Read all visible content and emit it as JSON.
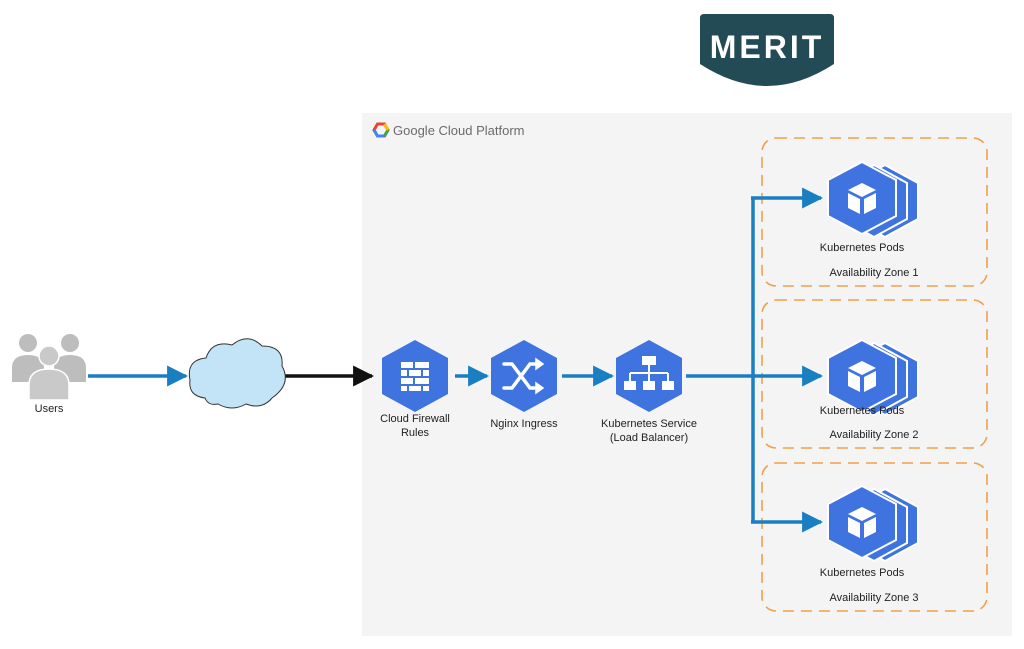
{
  "logo": {
    "text": "MERIT"
  },
  "platform": {
    "title": "Google Cloud Platform"
  },
  "nodes": {
    "users": {
      "label": "Users"
    },
    "firewall": {
      "label_line1": "Cloud Firewall",
      "label_line2": "Rules"
    },
    "ingress": {
      "label": "Nginx Ingress"
    },
    "service": {
      "label_line1": "Kubernetes Service",
      "label_line2": "(Load Balancer)"
    }
  },
  "zones": [
    {
      "pods_label": "Kubernetes Pods",
      "zone_label": "Availability Zone 1"
    },
    {
      "pods_label": "Kubernetes Pods",
      "zone_label": "Availability Zone 2"
    },
    {
      "pods_label": "Kubernetes Pods",
      "zone_label": "Availability Zone 3"
    }
  ],
  "colors": {
    "arrow": "#1a7fc1",
    "node_fill": "#3f74e0",
    "zone_border": "#f0a04b",
    "platform_bg": "#f4f4f4",
    "logo_bg": "#234b55",
    "logo_text": "#ffffff",
    "cloud_fill": "#c3e4f7",
    "users_fill": "#bdbdbd"
  },
  "icons": {
    "users": "users-group-icon",
    "internet": "cloud-icon",
    "firewall": "firewall-icon",
    "ingress": "shuffle-icon",
    "service": "hierarchy-icon",
    "pods": "cube-icon"
  }
}
